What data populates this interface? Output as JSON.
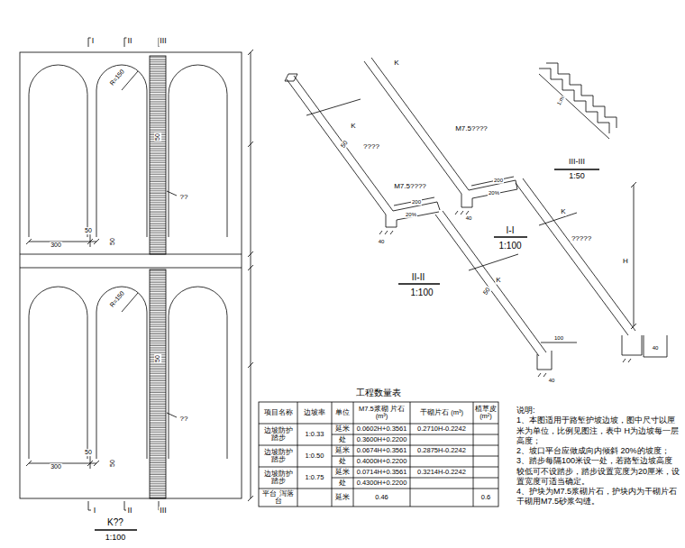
{
  "diagram": {
    "nodes": [
      {
        "text": [
          "工程数量表"
        ]
      }
    ],
    "labels": [
      "I",
      "II",
      "III",
      "R=150",
      "50",
      "??",
      "300",
      "50",
      "50",
      "R=150",
      "50",
      "??",
      "300",
      "50",
      "50",
      "I",
      "II",
      "III",
      "K??",
      "1:100",
      "K",
      "50",
      "????",
      "M7.5????",
      "200",
      "20%",
      "40",
      "K",
      "50",
      "40",
      "II-II",
      "1:100",
      "K",
      "M7.5????",
      "200",
      "20%",
      "40",
      "I-I",
      "1:100",
      "K",
      "?????",
      "H",
      "100",
      "40",
      "1:m",
      "III-III",
      "1:50",
      "项目名称",
      "边坡率",
      "单位",
      "M7.5浆砌 片石 (m³)",
      "干砌片石 (m³)",
      "植草皮 (m²)",
      "边坡防护 踏步",
      "1:0.33",
      "延米",
      "0.0602H+0.3561",
      "0.2710H-0.2242",
      "处",
      "0.3600H+0.2200",
      "边坡防护 踏步",
      "1:0.50",
      "延米",
      "0.0674H+0.3561",
      "0.2875H-0.2242",
      "处",
      "0.4000H+0.2200",
      "边坡防护 踏步",
      "1:0.75",
      "延米",
      "0.0714H+0.3561",
      "0.3214H-0.2242",
      "处",
      "0.4300H+0.2200",
      "平台 泻落台",
      "延米",
      "0.46",
      "0.6",
      "说明:",
      "1、本图适用于路堑护坡边坡，图中尺寸以厘米为单位，比例见图注，表中 H为边坡每一层高度；",
      "2、坡口平台应做成向内倾斜 20%的坡度；",
      "3、踏步每隔100米设一处，若路堑边坡高度较低可不设踏步，踏步设置宽度为20厘米，设置宽度可适当确定。",
      "4、护块为M7.5浆砌片石，护块内为干砌片石干砌用M7.5砂浆勾缝。"
    ]
  }
}
